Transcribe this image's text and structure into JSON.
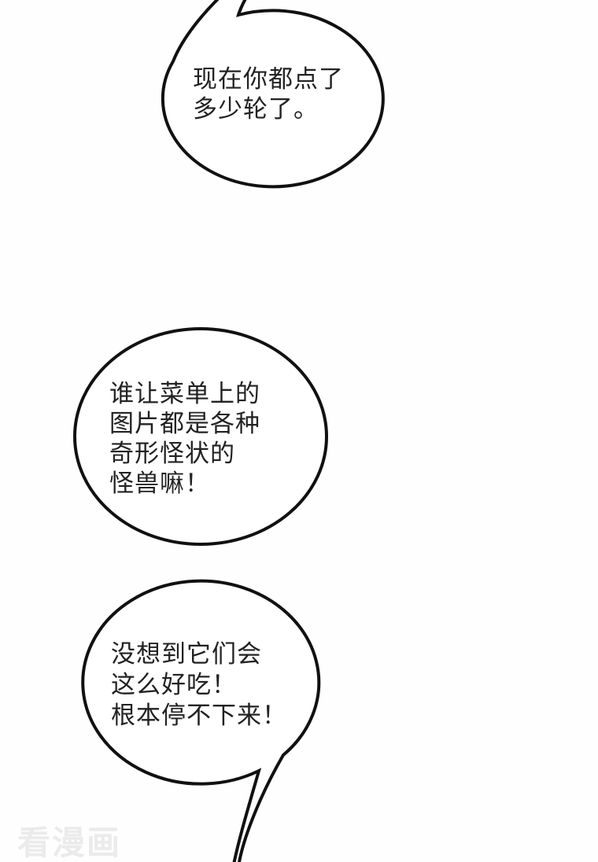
{
  "page": {
    "type": "comic-page",
    "background": "#fefefe"
  },
  "colors": {
    "outline": "#111111",
    "text": "#222222",
    "bubble_fill": "#ffffff",
    "watermark": "#ebebeb",
    "background": "#fefefe"
  },
  "bubbles": [
    {
      "id": "bubble-top",
      "tail": "up-offscreen",
      "lines": [
        "现在你都点了",
        "多少轮了。"
      ]
    },
    {
      "id": "bubble-middle",
      "tail": "none",
      "lines": [
        "谁让菜单上的",
        "图片都是各种",
        "奇形怪状的",
        "怪兽嘛！"
      ]
    },
    {
      "id": "bubble-bottom",
      "tail": "down-offscreen",
      "lines": [
        "没想到它们会",
        "这么好吃！",
        "根本停不下来！"
      ]
    }
  ],
  "watermark": {
    "text": "看漫画"
  }
}
